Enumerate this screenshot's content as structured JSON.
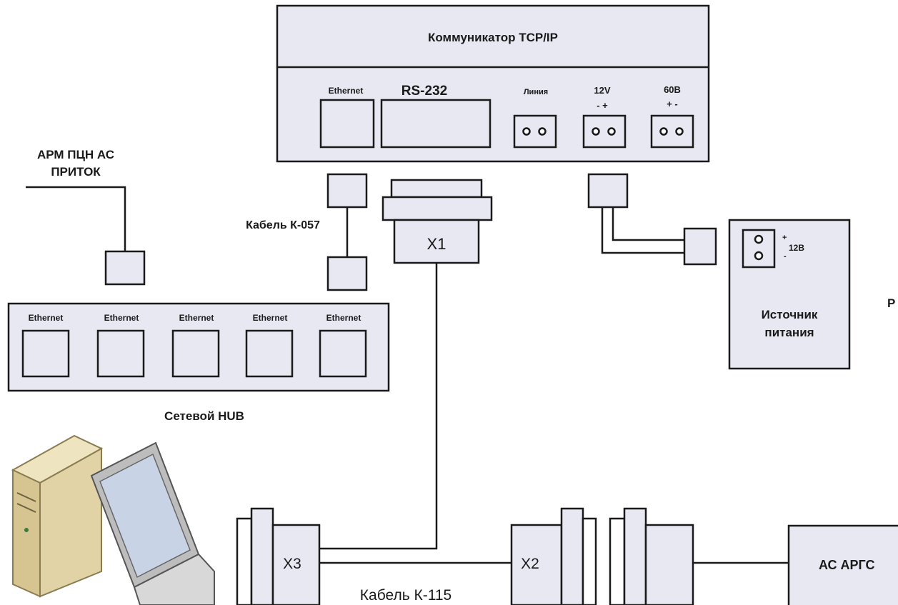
{
  "communicator": {
    "title": "Коммуникатор TCP/IP",
    "port_ethernet": "Ethernet",
    "port_rs232": "RS-232",
    "port_line": "Линия",
    "port_12v": "12V",
    "port_12v_polarity": "-   +",
    "port_60v": "60В",
    "port_60v_polarity": "+   -"
  },
  "arm_label_line1": "АРМ ПЦН АС",
  "arm_label_line2": "ПРИТОК",
  "cable_k057": "Кабель К-057",
  "connector_x1": "X1",
  "connector_x2": "X2",
  "connector_x3": "X3",
  "hub": {
    "ports": [
      "Ethernet",
      "Ethernet",
      "Ethernet",
      "Ethernet",
      "Ethernet"
    ],
    "label": "Сетевой HUB"
  },
  "power_supply": {
    "voltage": "12В",
    "plus": "+",
    "minus": "-",
    "label_line1": "Источник",
    "label_line2": "питания"
  },
  "cable_k115": "Кабель К-115",
  "argus_label": "АС АРГС",
  "edge_letter": "Р",
  "colors": {
    "box_fill": "#e8e8f3",
    "stroke": "#1a1a1a",
    "pc_beige": "#e2d3a6"
  }
}
